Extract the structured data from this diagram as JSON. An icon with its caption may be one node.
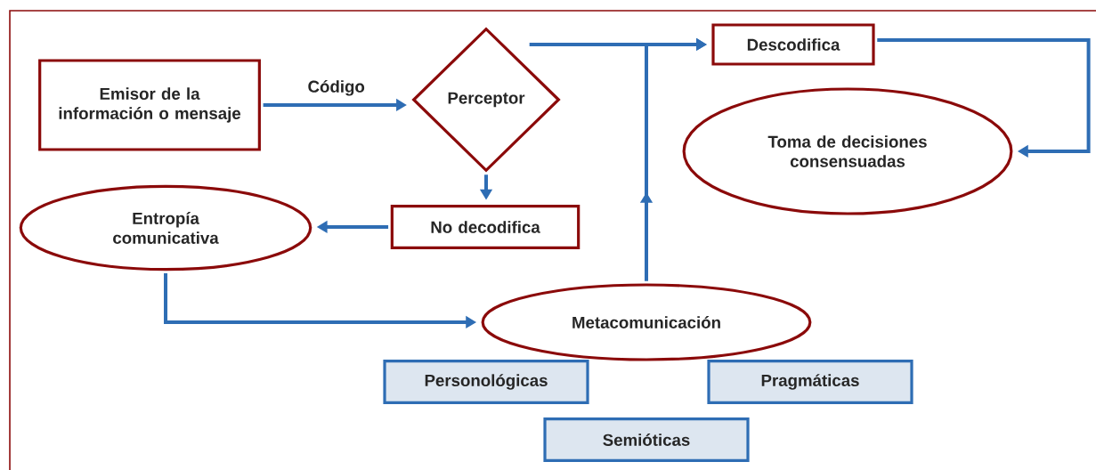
{
  "diagram": {
    "nodes": [
      {
        "text": [
          "Emisor de la información o mensaje"
        ]
      },
      {
        "text": [
          "Perceptor"
        ]
      },
      {
        "text": [
          "Descodifica"
        ]
      },
      {
        "text": [
          "Toma de decisiones consensuadas"
        ]
      },
      {
        "text": [
          "No decodifica"
        ]
      },
      {
        "text": [
          "Entropía comunicativa"
        ]
      },
      {
        "text": [
          "Metacomunicación"
        ]
      },
      {
        "text": [
          "Personológicas"
        ]
      },
      {
        "text": [
          "Pragmáticas"
        ]
      },
      {
        "text": [
          "Semióticas"
        ]
      }
    ],
    "edges": [
      {
        "from": 0,
        "to": 1,
        "arrow": "to",
        "label": "Código"
      },
      {
        "from": 1,
        "to": 2,
        "arrow": "to"
      },
      {
        "from": 6,
        "to": 2,
        "arrow": "to"
      },
      {
        "from": 2,
        "to": 3,
        "arrow": "to"
      },
      {
        "from": 1,
        "to": 4,
        "arrow": "to"
      },
      {
        "from": 4,
        "to": 5,
        "arrow": "to"
      },
      {
        "from": 5,
        "to": 6,
        "arrow": "to"
      }
    ]
  }
}
